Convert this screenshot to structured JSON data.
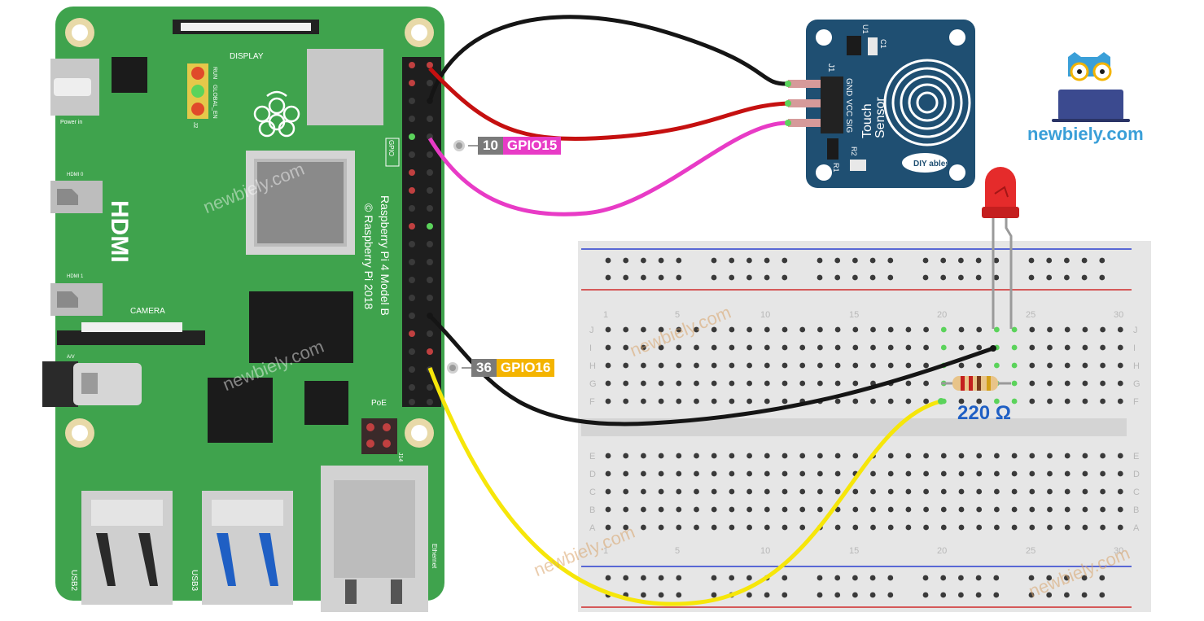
{
  "board": {
    "display_label": "DISPLAY",
    "camera_label": "CAMERA",
    "hdmi_label": "HDMI",
    "hdmi0_label": "HDMI 0",
    "hdmi1_label": "HDMI 1",
    "power_label": "Power in",
    "av_label": "A/V",
    "poe_label": "PoE",
    "j14_label": "J14",
    "j2_label": "J2",
    "gpio_label": "GPIO",
    "usb2_label": "USB2",
    "usb3_label": "USB3",
    "ethernet_label": "Ethernet",
    "run_label": "RUN",
    "global_en_label": "GLOBAL_EN",
    "model_line1": "Raspberry Pi 4 Model B",
    "model_line2": "© Raspberry Pi 2018"
  },
  "pins": [
    {
      "number": "10",
      "gpio": "GPIO15",
      "color": "#e83bc6"
    },
    {
      "number": "36",
      "gpio": "GPIO16",
      "color": "#f4b400"
    }
  ],
  "sensor": {
    "line1": "Touch",
    "line2": "Sensor",
    "pin_gnd": "GND",
    "pin_vcc": "VCC",
    "pin_sig": "SIG",
    "header": "J1",
    "r1": "R1",
    "r2": "R2",
    "u1": "U1",
    "c1": "C1",
    "logo": "DIY ables"
  },
  "resistor": {
    "label": "220 Ω"
  },
  "breadboard": {
    "col_numbers": [
      "1",
      "5",
      "10",
      "15",
      "20",
      "25",
      "30"
    ],
    "rows_top": [
      "J",
      "I",
      "H",
      "G",
      "F"
    ],
    "rows_bottom": [
      "E",
      "D",
      "C",
      "B",
      "A"
    ]
  },
  "brand": {
    "text": "newbiely.com"
  },
  "watermark": "newbiely.com",
  "colors": {
    "board_green": "#3fa34d",
    "wire_black": "#151515",
    "wire_red": "#c51010",
    "wire_magenta": "#e83bc6",
    "wire_yellow": "#f6e60a",
    "sensor_blue": "#1f4f72",
    "led_red": "#e52b2b"
  }
}
